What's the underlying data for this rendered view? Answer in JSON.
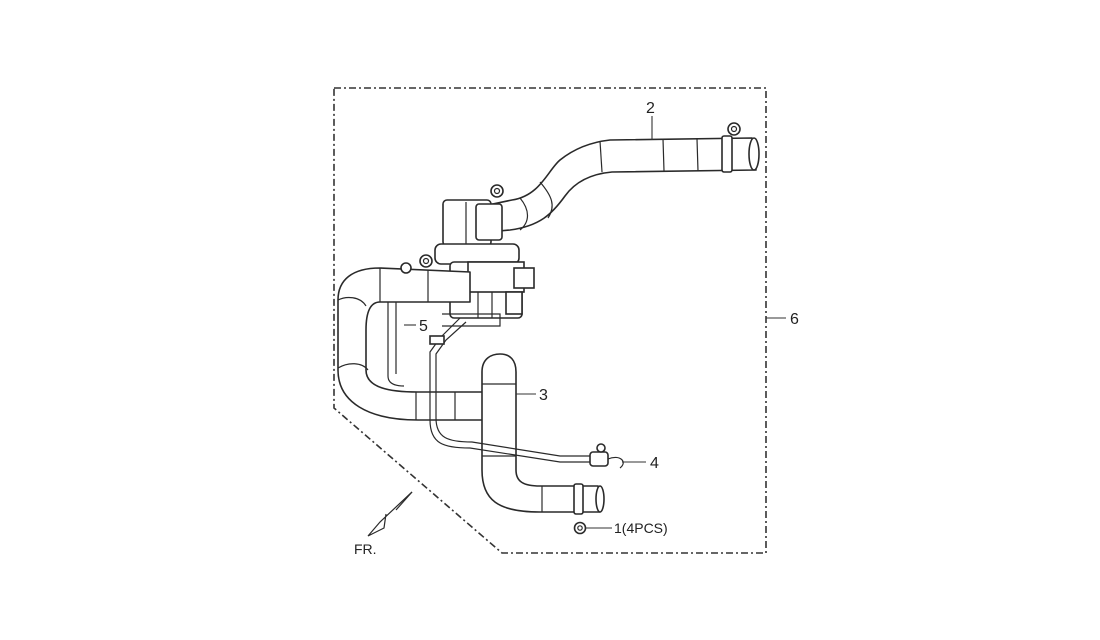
{
  "callouts": {
    "clip": "1(4PCS)",
    "upper_hose": "2",
    "lower_hose": "3",
    "vacuum_tube": "4",
    "valve": "5",
    "assembly": "6"
  },
  "direction_label": "FR.",
  "colors": {
    "line": "#2a2a2a",
    "background": "#ffffff"
  }
}
